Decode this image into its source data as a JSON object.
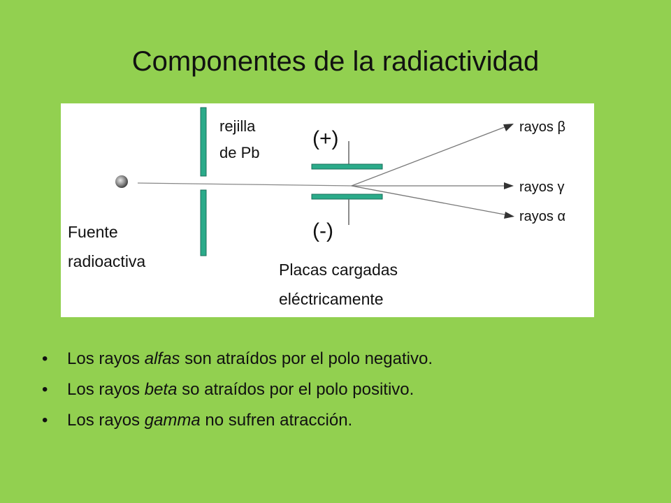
{
  "slide": {
    "title": "Componentes de la radiactividad"
  },
  "diagram": {
    "source_label_line1": "Fuente",
    "source_label_line2": "radioactiva",
    "grid_label_line1": "rejilla",
    "grid_label_line2": "de Pb",
    "plus_label": "(+)",
    "minus_label": "(-)",
    "plates_label_line1": "Placas cargadas",
    "plates_label_line2": "eléctricamente",
    "ray_beta_label": "rayos β",
    "ray_gamma_label": "rayos γ",
    "ray_alpha_label": "rayos α",
    "colors": {
      "plate": "#2bab8a",
      "plate_border": "#1a6e58",
      "background": "#92d050",
      "panel": "#ffffff"
    }
  },
  "bullets": [
    {
      "marker": "•",
      "before": "Los rayos ",
      "em": "alfas",
      "after": " son atraídos por el polo negativo."
    },
    {
      "marker": "•",
      "before": "Los rayos ",
      "em": "beta",
      "after": " so atraídos por el polo positivo."
    },
    {
      "marker": "•",
      "before": "Los rayos ",
      "em": "gamma",
      "after": " no sufren atracción."
    }
  ]
}
